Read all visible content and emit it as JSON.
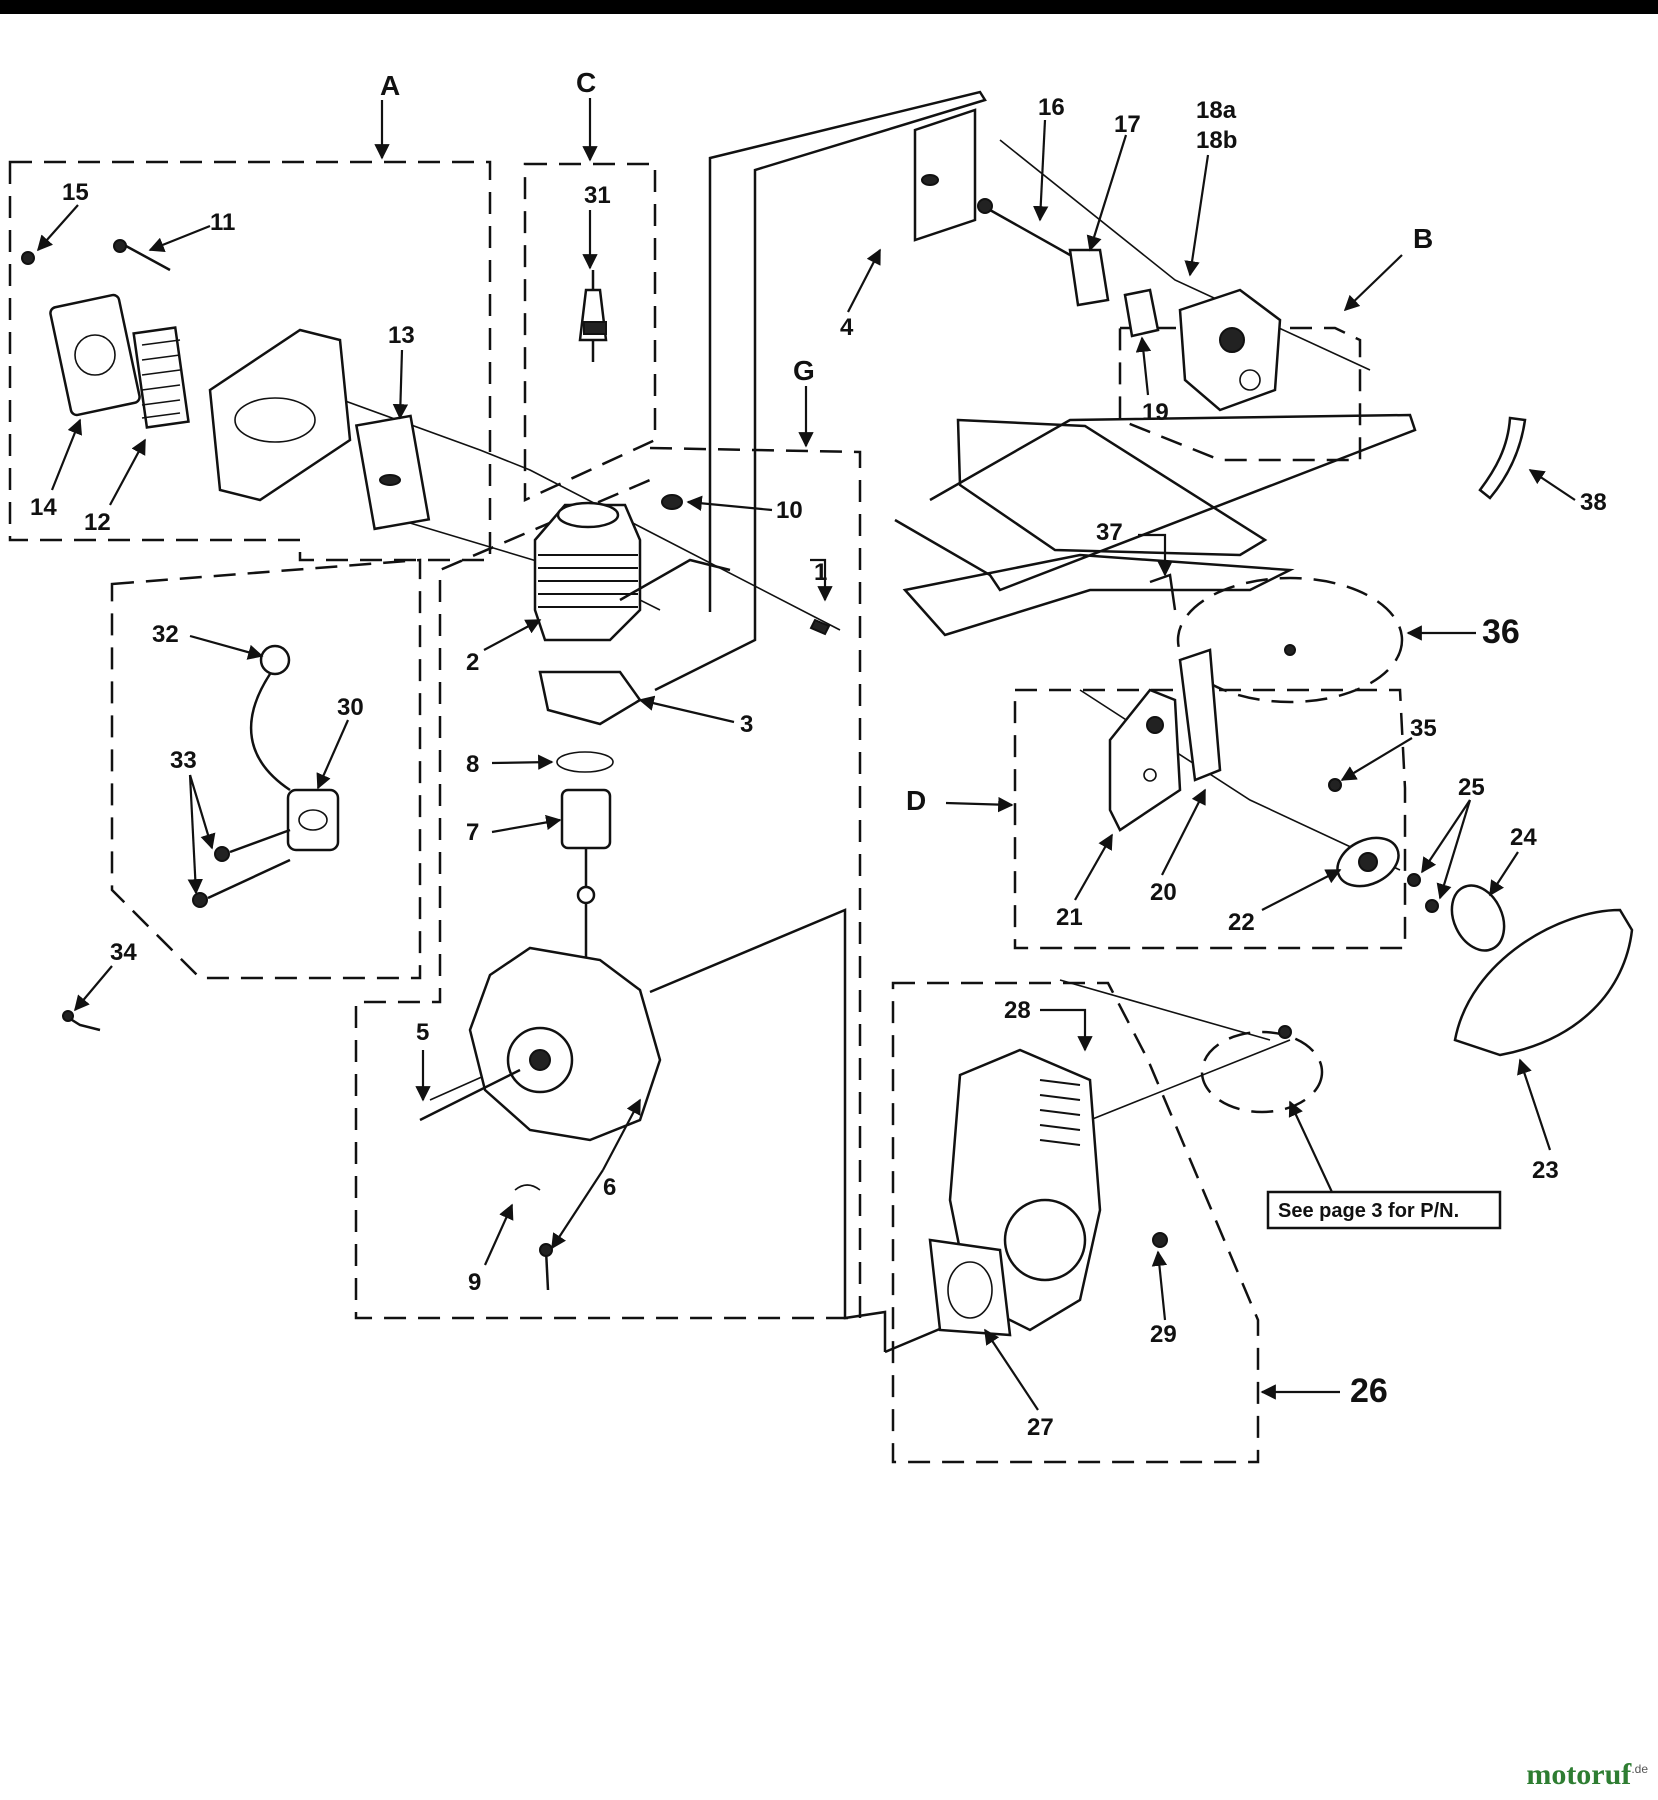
{
  "colors": {
    "ink": "#111111",
    "background": "#ffffff",
    "watermark": "#2e7d32"
  },
  "section_letters": [
    "A",
    "C",
    "G",
    "B",
    "D"
  ],
  "assemblies": [
    "26",
    "36"
  ],
  "part_numbers": [
    "1",
    "2",
    "3",
    "4",
    "5",
    "6",
    "7",
    "8",
    "9",
    "10",
    "11",
    "12",
    "13",
    "14",
    "15",
    "16",
    "17",
    "18a",
    "18b",
    "19",
    "20",
    "21",
    "22",
    "23",
    "24",
    "25",
    "27",
    "28",
    "29",
    "30",
    "31",
    "32",
    "33",
    "34",
    "35",
    "37",
    "38"
  ],
  "note": "See page 3 for P/N.",
  "watermark": {
    "brand": "motoruf",
    "tld": ".de"
  }
}
